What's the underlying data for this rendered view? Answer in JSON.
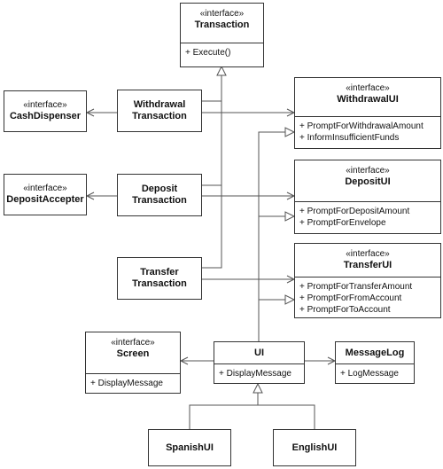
{
  "classes": {
    "transaction": {
      "stereotype": "«interface»",
      "name": "Transaction",
      "operations": [
        "+ Execute()"
      ]
    },
    "cash_dispenser": {
      "stereotype": "«interface»",
      "name": "CashDispenser"
    },
    "withdrawal_transaction": {
      "name_line1": "Withdrawal",
      "name_line2": "Transaction"
    },
    "withdrawal_ui": {
      "stereotype": "«interface»",
      "name": "WithdrawalUI",
      "operations": [
        "+ PromptForWithdrawalAmount",
        "+ InformInsufficientFunds"
      ]
    },
    "deposit_accepter": {
      "stereotype": "«interface»",
      "name": "DepositAccepter"
    },
    "deposit_transaction": {
      "name_line1": "Deposit",
      "name_line2": "Transaction"
    },
    "deposit_ui": {
      "stereotype": "«interface»",
      "name": "DepositUI",
      "operations": [
        "+ PromptForDepositAmount",
        "+ PromptForEnvelope"
      ]
    },
    "transfer_transaction": {
      "name_line1": "Transfer",
      "name_line2": "Transaction"
    },
    "transfer_ui": {
      "stereotype": "«interface»",
      "name": "TransferUI",
      "operations": [
        "+ PromptForTransferAmount",
        "+ PromptForFromAccount",
        "+ PromptForToAccount"
      ]
    },
    "screen": {
      "stereotype": "«interface»",
      "name": "Screen",
      "operations": [
        "+ DisplayMessage"
      ]
    },
    "ui": {
      "name": "UI",
      "operations": [
        "+ DisplayMessage"
      ]
    },
    "message_log": {
      "name": "MessageLog",
      "operations": [
        "+ LogMessage"
      ]
    },
    "spanish_ui": {
      "name": "SpanishUI"
    },
    "english_ui": {
      "name": "EnglishUI"
    }
  }
}
